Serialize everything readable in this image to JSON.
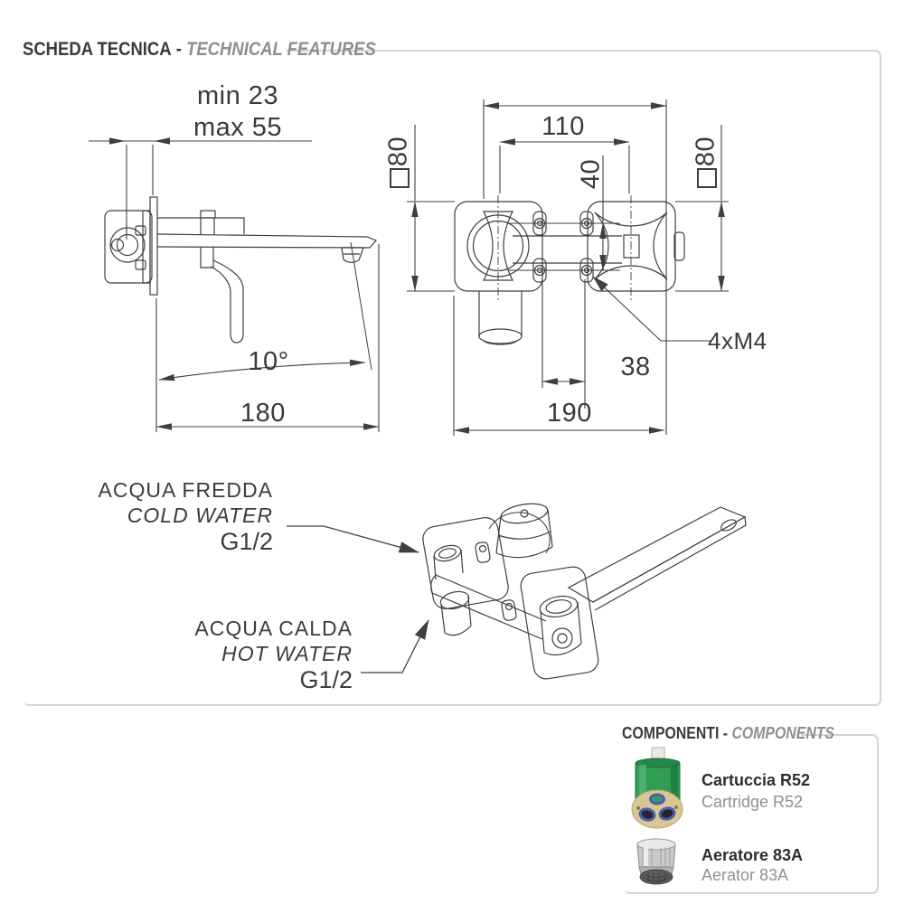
{
  "header": {
    "title_it": "SCHEDA TECNICA",
    "separator": "-",
    "title_en": "TECHNICAL FEATURES"
  },
  "tech_drawing": {
    "side_view": {
      "depth_min": "min 23",
      "depth_max": "max 55",
      "spout_angle": "10°",
      "spout_length": "180"
    },
    "front_view": {
      "handle_centers": "110",
      "holes_vertical": "40",
      "plate_left": "80",
      "plate_right": "80",
      "screws": "4xM4",
      "holes_horizontal": "38",
      "overall_width": "190"
    },
    "connections": {
      "cold": {
        "line1": "ACQUA FREDDA",
        "line2": "COLD WATER",
        "line3": "G1/2"
      },
      "hot": {
        "line1": "ACQUA CALDA",
        "line2": "HOT WATER",
        "line3": "G1/2"
      }
    }
  },
  "components": {
    "title_it": "COMPONENTI",
    "separator": "-",
    "title_en": "COMPONENTS",
    "items": [
      {
        "name_it": "Cartuccia R52",
        "name_en": "Cartridge R52",
        "icon": "cartridge-icon"
      },
      {
        "name_it": "Aeratore 83A",
        "name_en": "Aerator 83A",
        "icon": "aerator-icon"
      }
    ]
  },
  "colors": {
    "line": "#3f3f3f",
    "frame_border": "#d4d4d4",
    "text_dark": "#3a3a3a",
    "text_gray": "#8e8e8e",
    "cartridge_green": "#2f9e53",
    "cartridge_base_tan": "#d8c795",
    "cartridge_port_blue": "#4a5fae",
    "aerator_chrome": "#c9c9c9"
  }
}
